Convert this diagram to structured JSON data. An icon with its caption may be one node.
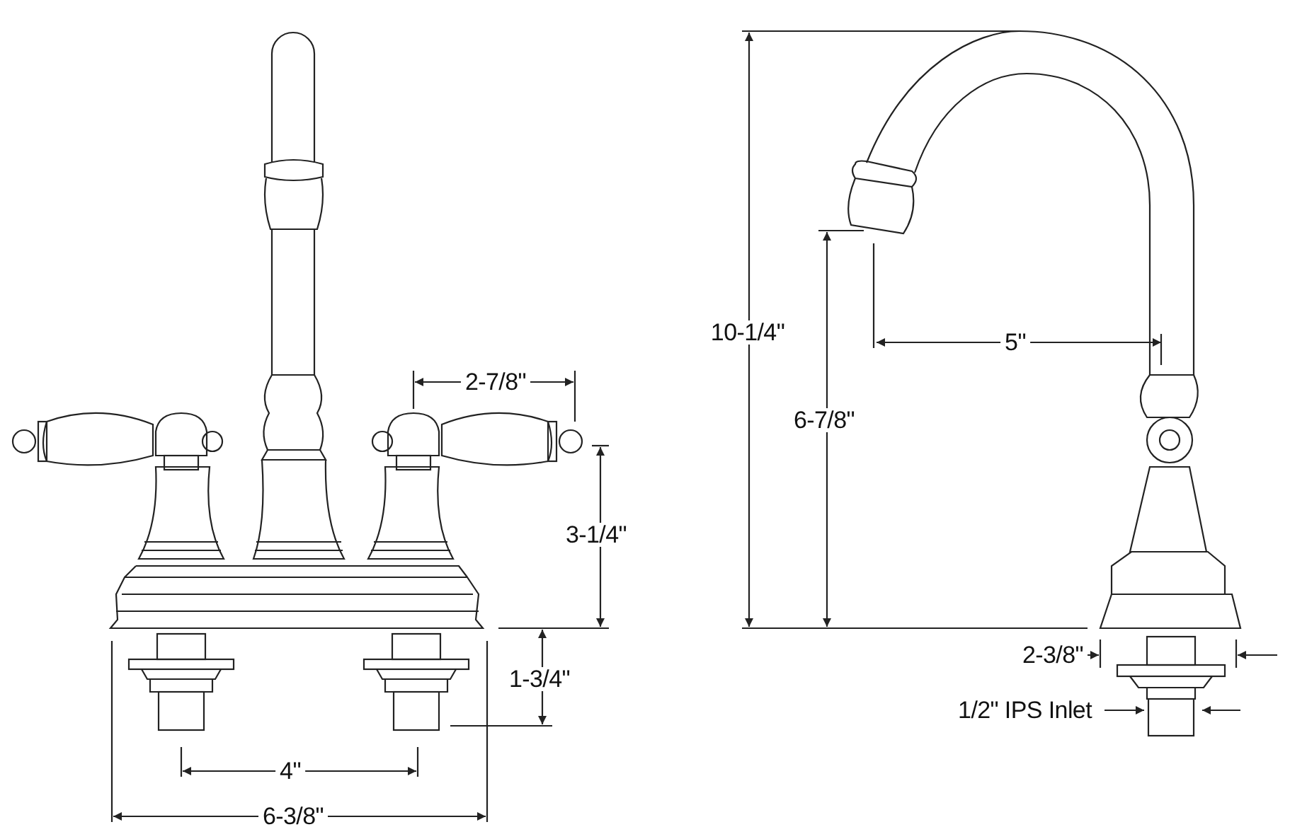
{
  "diagram": {
    "labels": [
      "5\"",
      "10-1/4\"",
      "2-7/8\"",
      "6-7/8\"",
      "3-1/4\"",
      "1-3/4\"",
      "2-3/8\"",
      "1/2\" IPS Inlet",
      "4\"",
      "6-3/8\""
    ]
  }
}
